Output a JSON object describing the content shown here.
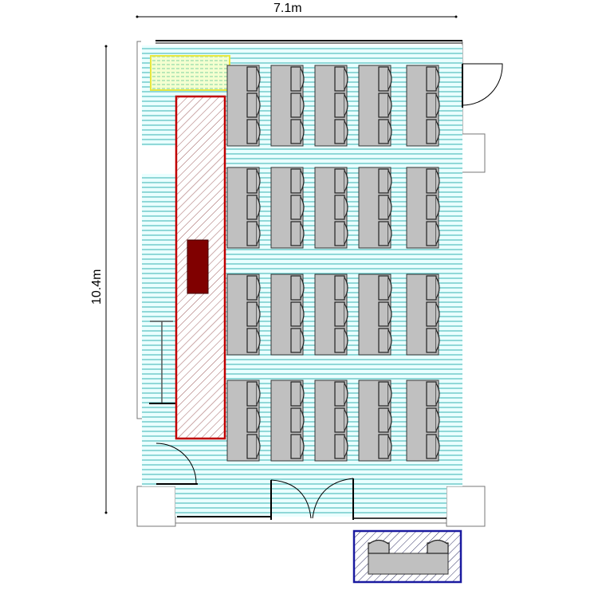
{
  "dimensions": {
    "width_label": "7.1m",
    "height_label": "10.4m"
  },
  "colors": {
    "floor_line": "#5fc4c4",
    "floor_bg": "#eaffff",
    "desk": "#c0c0c0",
    "stage_border": "#c00000",
    "podium": "#800000",
    "storage_border": "#e8e840",
    "reception_border": "#1a1aa0"
  },
  "layout": {
    "desk_columns": 5,
    "desk_rows": 4,
    "chairs_per_desk": 3,
    "reception_chairs": 2
  }
}
